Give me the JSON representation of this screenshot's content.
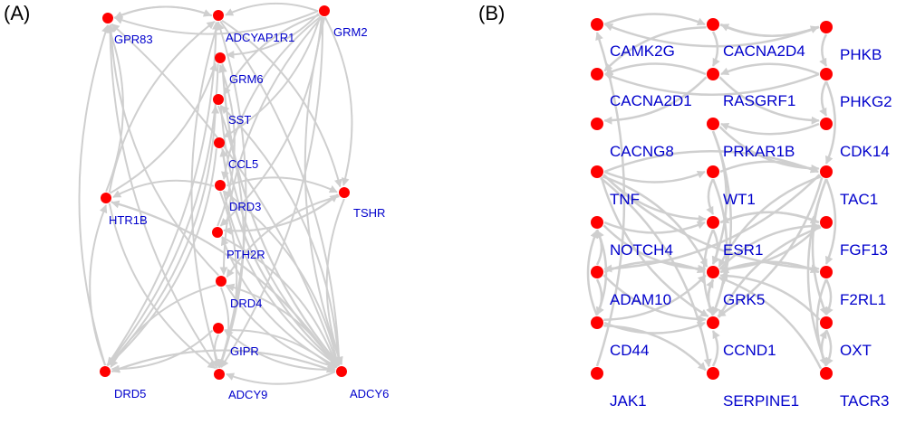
{
  "colors": {
    "node": "#ff0000",
    "edge": "#cfcfcf",
    "label": "#0000cc",
    "panel_label": "#000000",
    "background": "#ffffff"
  },
  "panels": [
    {
      "id": "A",
      "label": "(A)",
      "nodes": [
        "GPR83",
        "ADCYAP1R1",
        "GRM2",
        "GRM6",
        "SST",
        "CCL5",
        "DRD3",
        "HTR1B",
        "TSHR",
        "PTH2R",
        "DRD4",
        "GIPR",
        "DRD5",
        "ADCY9",
        "ADCY6"
      ],
      "edges": [
        [
          "ADCY6",
          "GPR83"
        ],
        [
          "ADCY6",
          "GRM6"
        ],
        [
          "ADCY6",
          "SST"
        ],
        [
          "ADCY6",
          "CCL5"
        ],
        [
          "ADCY6",
          "DRD3"
        ],
        [
          "ADCY6",
          "PTH2R"
        ],
        [
          "ADCY6",
          "DRD4"
        ],
        [
          "ADCY6",
          "GIPR"
        ],
        [
          "ADCY6",
          "DRD5"
        ],
        [
          "ADCY6",
          "ADCY9"
        ],
        [
          "ADCY6",
          "HTR1B"
        ],
        [
          "GRM2",
          "GPR83"
        ],
        [
          "GRM2",
          "ADCYAP1R1"
        ],
        [
          "GRM2",
          "GRM6"
        ],
        [
          "GRM2",
          "SST"
        ],
        [
          "GRM2",
          "CCL5"
        ],
        [
          "GRM2",
          "DRD3"
        ],
        [
          "GRM2",
          "PTH2R"
        ],
        [
          "GRM2",
          "DRD4"
        ],
        [
          "GRM2",
          "ADCY9"
        ],
        [
          "GRM2",
          "ADCY6"
        ],
        [
          "GRM2",
          "TSHR"
        ],
        [
          "ADCYAP1R1",
          "GPR83"
        ],
        [
          "ADCYAP1R1",
          "ADCY6"
        ],
        [
          "ADCYAP1R1",
          "ADCY9"
        ],
        [
          "ADCYAP1R1",
          "TSHR"
        ],
        [
          "HTR1B",
          "GPR83"
        ],
        [
          "HTR1B",
          "ADCYAP1R1"
        ],
        [
          "HTR1B",
          "GRM6"
        ],
        [
          "HTR1B",
          "ADCY6"
        ],
        [
          "HTR1B",
          "ADCY9"
        ],
        [
          "DRD5",
          "GPR83"
        ],
        [
          "DRD5",
          "ADCYAP1R1"
        ],
        [
          "DRD5",
          "HTR1B"
        ],
        [
          "DRD5",
          "SST"
        ],
        [
          "DRD5",
          "ADCY6"
        ],
        [
          "DRD3",
          "HTR1B"
        ],
        [
          "DRD3",
          "TSHR"
        ],
        [
          "DRD3",
          "ADCY6"
        ],
        [
          "DRD3",
          "ADCY9"
        ],
        [
          "DRD4",
          "ADCY6"
        ],
        [
          "DRD4",
          "ADCY9"
        ],
        [
          "DRD4",
          "DRD5"
        ],
        [
          "DRD4",
          "GPR83"
        ],
        [
          "PTH2R",
          "TSHR"
        ],
        [
          "PTH2R",
          "ADCY6"
        ],
        [
          "PTH2R",
          "GRM6"
        ],
        [
          "GIPR",
          "ADCY6"
        ],
        [
          "GIPR",
          "ADCY9"
        ],
        [
          "GIPR",
          "DRD5"
        ],
        [
          "SST",
          "ADCY6"
        ],
        [
          "SST",
          "ADCY9"
        ],
        [
          "CCL5",
          "ADCY6"
        ],
        [
          "CCL5",
          "DRD5"
        ],
        [
          "GRM6",
          "ADCY6"
        ],
        [
          "GRM6",
          "DRD5"
        ],
        [
          "TSHR",
          "ADCY6"
        ],
        [
          "TSHR",
          "PTH2R"
        ],
        [
          "TSHR",
          "DRD4"
        ],
        [
          "ADCY9",
          "GPR83"
        ],
        [
          "ADCY9",
          "ADCYAP1R1"
        ],
        [
          "GPR83",
          "ADCYAP1R1"
        ]
      ]
    },
    {
      "id": "B",
      "label": "(B)",
      "nodes": [
        "CAMK2G",
        "CACNA2D4",
        "PHKB",
        "CACNA2D1",
        "RASGRF1",
        "PHKG2",
        "CACNG8",
        "PRKAR1B",
        "CDK14",
        "TNF",
        "WT1",
        "TAC1",
        "NOTCH4",
        "ESR1",
        "FGF13",
        "ADAM10",
        "GRK5",
        "F2RL1",
        "CD44",
        "CCND1",
        "OXT",
        "JAK1",
        "SERPINE1",
        "TACR3"
      ],
      "edges": [
        [
          "JAK1",
          "CAMK2G"
        ],
        [
          "CAMK2G",
          "CACNA2D4"
        ],
        [
          "CACNA2D4",
          "PHKB"
        ],
        [
          "PHKB",
          "CACNA2D4"
        ],
        [
          "CACNA2D4",
          "CACNA2D1"
        ],
        [
          "PHKB",
          "CAMK2G"
        ],
        [
          "PHKB",
          "PHKG2"
        ],
        [
          "PHKG2",
          "CACNA2D1"
        ],
        [
          "RASGRF1",
          "CACNA2D1"
        ],
        [
          "CACNA2D4",
          "RASGRF1"
        ],
        [
          "PHKG2",
          "RASGRF1"
        ],
        [
          "RASGRF1",
          "CACNG8"
        ],
        [
          "RASGRF1",
          "CDK14"
        ],
        [
          "CDK14",
          "PRKAR1B"
        ],
        [
          "PHKG2",
          "CDK14"
        ],
        [
          "PHKG2",
          "TAC1"
        ],
        [
          "PRKAR1B",
          "TAC1"
        ],
        [
          "PRKAR1B",
          "CCND1"
        ],
        [
          "TNF",
          "WT1"
        ],
        [
          "TNF",
          "TAC1"
        ],
        [
          "TNF",
          "ESR1"
        ],
        [
          "TNF",
          "GRK5"
        ],
        [
          "TNF",
          "CCND1"
        ],
        [
          "TNF",
          "SERPINE1"
        ],
        [
          "TNF",
          "F2RL1"
        ],
        [
          "WT1",
          "TAC1"
        ],
        [
          "WT1",
          "ESR1"
        ],
        [
          "WT1",
          "CCND1"
        ],
        [
          "TAC1",
          "GRK5"
        ],
        [
          "TAC1",
          "CCND1"
        ],
        [
          "TAC1",
          "OXT"
        ],
        [
          "TAC1",
          "ADAM10"
        ],
        [
          "TAC1",
          "TACR3"
        ],
        [
          "TAC1",
          "F2RL1"
        ],
        [
          "NOTCH4",
          "ESR1"
        ],
        [
          "NOTCH4",
          "CD44"
        ],
        [
          "NOTCH4",
          "GRK5"
        ],
        [
          "ESR1",
          "FGF13"
        ],
        [
          "ESR1",
          "CCND1"
        ],
        [
          "ESR1",
          "GRK5"
        ],
        [
          "FGF13",
          "ESR1"
        ],
        [
          "FGF13",
          "GRK5"
        ],
        [
          "FGF13",
          "CCND1"
        ],
        [
          "ADAM10",
          "GRK5"
        ],
        [
          "ADAM10",
          "NOTCH4"
        ],
        [
          "ADAM10",
          "CD44"
        ],
        [
          "ADAM10",
          "CCND1"
        ],
        [
          "GRK5",
          "F2RL1"
        ],
        [
          "GRK5",
          "CCND1"
        ],
        [
          "GRK5",
          "FGF13"
        ],
        [
          "F2RL1",
          "GRK5"
        ],
        [
          "F2RL1",
          "OXT"
        ],
        [
          "F2RL1",
          "TACR3"
        ],
        [
          "CD44",
          "NOTCH4"
        ],
        [
          "CD44",
          "CCND1"
        ],
        [
          "CD44",
          "SERPINE1"
        ],
        [
          "CD44",
          "GRK5"
        ],
        [
          "OXT",
          "TACR3"
        ],
        [
          "OXT",
          "GRK5"
        ],
        [
          "TACR3",
          "OXT"
        ],
        [
          "TACR3",
          "GRK5"
        ],
        [
          "CCND1",
          "GRK5"
        ],
        [
          "SERPINE1",
          "CCND1"
        ],
        [
          "PRKAR1B",
          "GRK5"
        ]
      ]
    }
  ]
}
